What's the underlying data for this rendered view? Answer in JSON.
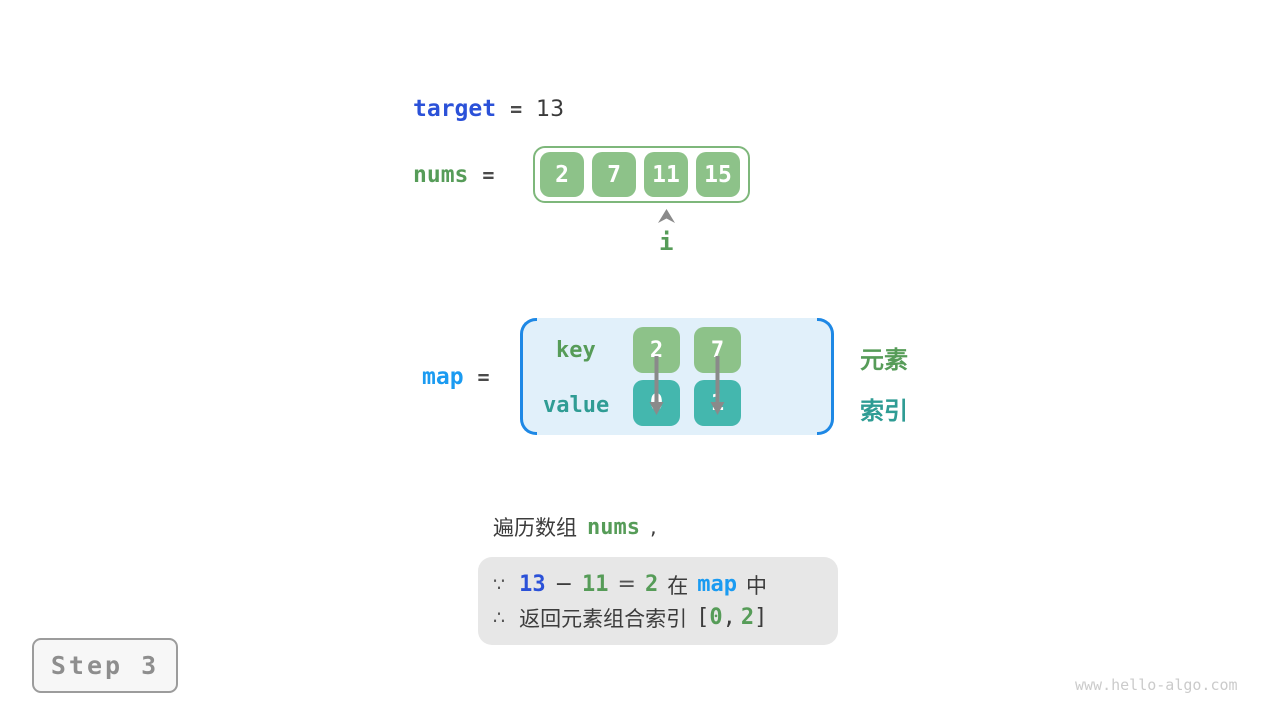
{
  "colors": {
    "keyword_blue": "#2b51d8",
    "keyword_sky_blue": "#1b9bf1",
    "keyword_green": "#569c58",
    "teal_text": "#2f9c94",
    "green_cell": "#8dc289",
    "teal_cell": "#44b7ae",
    "array_border_green": "#7eb77b",
    "map_background": "#e1f0fa",
    "map_bracket_blue": "#1e88e5",
    "arrow_gray": "#8a8a8a",
    "conclusion_box_gray": "#e7e7e7",
    "step_border_gray": "#9c9c9c"
  },
  "target_row": {
    "label": "target",
    "equals": "=",
    "value": "13"
  },
  "nums_row": {
    "label": "nums",
    "equals": "=",
    "cells": [
      "2",
      "7",
      "11",
      "15"
    ],
    "pointer_label": "i"
  },
  "map_row": {
    "label": "map",
    "equals": "=",
    "key_label": "key",
    "value_label": "value",
    "keys": [
      "2",
      "7"
    ],
    "values": [
      "0",
      "1"
    ],
    "element_label": "元素",
    "index_label": "索引"
  },
  "caption": {
    "prefix": "遍历数组",
    "code": "nums",
    "comma": ","
  },
  "conclusion": {
    "because_symbol": "∵",
    "target_value": "13",
    "minus": "−",
    "current_value": "11",
    "equals": "=",
    "complement_value": "2",
    "in_word": "在",
    "map_label": "map",
    "within_word": "中",
    "therefore_symbol": "∴",
    "return_text": "返回元素组合索引",
    "bracket_open": "[",
    "index_first": "0",
    "comma": ",",
    "index_second": "2",
    "bracket_close": "]"
  },
  "step": {
    "label": "Step 3"
  },
  "watermark": "www.hello-algo.com"
}
